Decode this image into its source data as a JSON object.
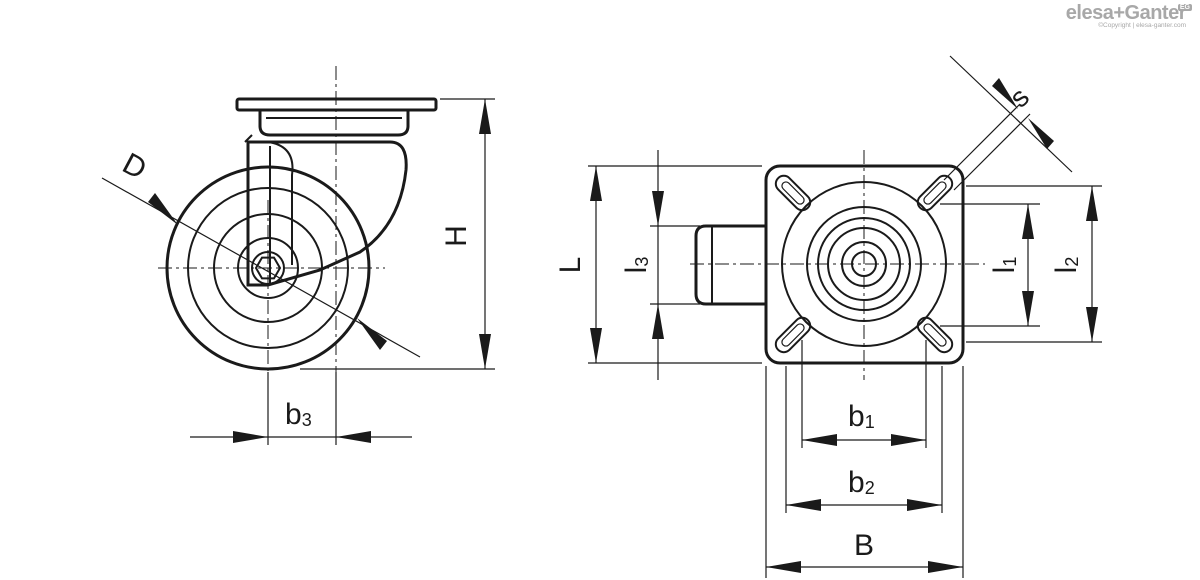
{
  "brand": {
    "name": "elesa+Ganter",
    "badge": "EG",
    "copyright": "©Copyright | elesa-ganter.com"
  },
  "labels": {
    "D": "D",
    "H": "H",
    "b3_main": "b",
    "b3_sub": "3",
    "L": "L",
    "l3_main": "l",
    "l3_sub": "3",
    "l1_main": "l",
    "l1_sub": "1",
    "l2_main": "l",
    "l2_sub": "2",
    "b1_main": "b",
    "b1_sub": "1",
    "b2_main": "b",
    "b2_sub": "2",
    "B": "B",
    "s": "s"
  },
  "colors": {
    "line": "#1a1a1a",
    "brand": "#a8a8a8"
  }
}
